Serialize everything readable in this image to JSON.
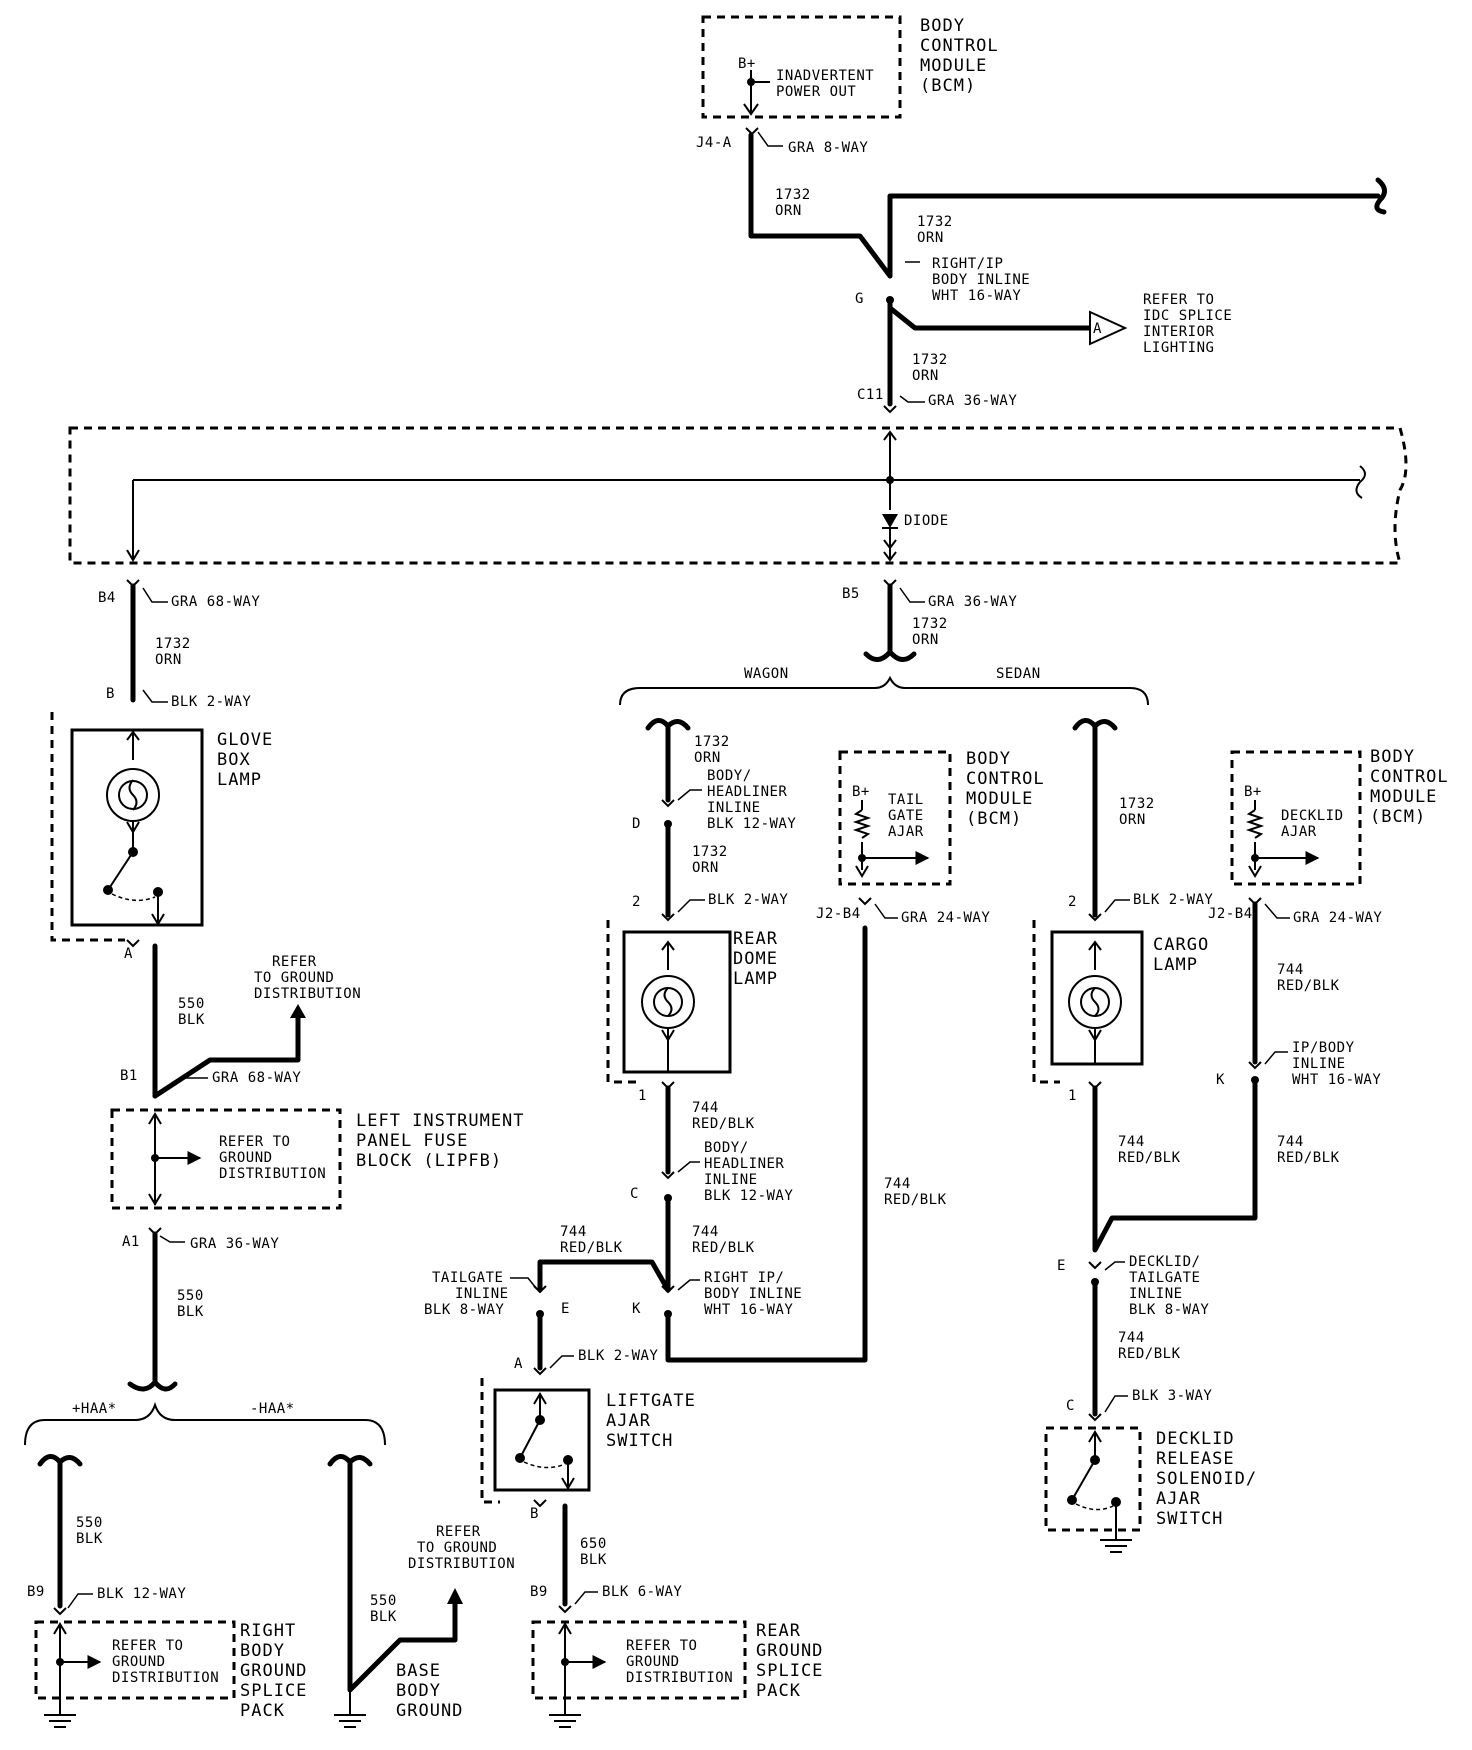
{
  "bcm_top": {
    "title": [
      "BODY",
      "CONTROL",
      "MODULE",
      "(BCM)"
    ],
    "bplus": "B+",
    "func": [
      "INADVERTENT",
      "POWER OUT"
    ],
    "pin": "J4-A",
    "conn": "GRA 8-WAY"
  },
  "wires_top": {
    "w1": [
      "1732",
      "ORN"
    ],
    "w2": [
      "1732",
      "ORN"
    ],
    "w3": [
      "1732",
      "ORN"
    ],
    "inline": [
      "RIGHT/IP",
      "BODY INLINE",
      "WHT 16-WAY"
    ],
    "pin_g": "G",
    "refer": [
      "REFER TO",
      "IDC SPLICE",
      "INTERIOR",
      "LIGHTING"
    ],
    "refer_tag": "A",
    "pin_c11": "C11",
    "conn_c11": "GRA 36-WAY"
  },
  "bcm_mid": {
    "diode": "DIODE",
    "pin_b4": "B4",
    "conn_b4": "GRA 68-WAY",
    "pin_b5": "B5",
    "conn_b5": "GRA 36-WAY",
    "w_b5": [
      "1732",
      "ORN"
    ]
  },
  "left_branch": {
    "w1": [
      "1732",
      "ORN"
    ],
    "pin_b": "B",
    "conn_b": "BLK 2-WAY",
    "lamp": [
      "GLOVE",
      "BOX",
      "LAMP"
    ],
    "pin_a": "A",
    "w550": [
      "550",
      "BLK"
    ],
    "refer": [
      "REFER",
      "TO GROUND",
      "DISTRIBUTION"
    ],
    "pin_b1": "B1",
    "conn_b1": "GRA 68-WAY",
    "fuse_inner": [
      "REFER TO",
      "GROUND",
      "DISTRIBUTION"
    ],
    "fuse_label": [
      "LEFT INSTRUMENT",
      "PANEL FUSE",
      "BLOCK (LIPFB)"
    ],
    "pin_a1": "A1",
    "conn_a1": "GRA 36-WAY",
    "w550b": [
      "550",
      "BLK"
    ],
    "opt_plus": "+HAA*",
    "opt_minus": "-HAA*",
    "w550c": [
      "550",
      "BLK"
    ],
    "pin_b9": "B9",
    "conn_b9": "BLK 12-WAY",
    "rbg_inner": [
      "REFER TO",
      "GROUND",
      "DISTRIBUTION"
    ],
    "rbg_label": [
      "RIGHT",
      "BODY",
      "GROUND",
      "SPLICE",
      "PACK"
    ],
    "w550d": [
      "550",
      "BLK"
    ],
    "refer2": [
      "REFER",
      "TO GROUND",
      "DISTRIBUTION"
    ],
    "bbg_label": [
      "BASE",
      "BODY",
      "GROUND"
    ]
  },
  "wagon": {
    "label": "WAGON",
    "w1": [
      "1732",
      "ORN"
    ],
    "inline1": [
      "BODY/",
      "HEADLINER",
      "INLINE",
      "BLK 12-WAY"
    ],
    "pin_d": "D",
    "w2": [
      "1732",
      "ORN"
    ],
    "pin_2": "2",
    "conn_2": "BLK 2-WAY",
    "lamp": [
      "REAR",
      "DOME",
      "LAMP"
    ],
    "pin_1": "1",
    "w3": [
      "744",
      "RED/BLK"
    ],
    "inline2": [
      "BODY/",
      "HEADLINER",
      "INLINE",
      "BLK 12-WAY"
    ],
    "pin_c": "C",
    "w4": [
      "744",
      "RED/BLK"
    ],
    "w5": [
      "744",
      "RED/BLK"
    ],
    "tailgate": [
      "TAILGATE",
      "INLINE",
      "BLK 8-WAY"
    ],
    "pin_e": "E",
    "inline3": [
      "RIGHT IP/",
      "BODY INLINE",
      "WHT 16-WAY"
    ],
    "pin_k": "K",
    "pin_a": "A",
    "conn_a": "BLK 2-WAY",
    "switch": [
      "LIFTGATE",
      "AJAR",
      "SWITCH"
    ],
    "pin_b": "B",
    "w650": [
      "650",
      "BLK"
    ],
    "pin_b9": "B9",
    "conn_b9": "BLK 6-WAY",
    "rg_inner": [
      "REFER TO",
      "GROUND",
      "DISTRIBUTION"
    ],
    "rg_label": [
      "REAR",
      "GROUND",
      "SPLICE",
      "PACK"
    ],
    "bcm": [
      "BODY",
      "CONTROL",
      "MODULE",
      "(BCM)"
    ],
    "bcm_bplus": "B+",
    "bcm_func": [
      "TAIL",
      "GATE",
      "AJAR"
    ],
    "bcm_pin": "J2-B4",
    "bcm_conn": "GRA 24-WAY",
    "w6": [
      "744",
      "RED/BLK"
    ]
  },
  "sedan": {
    "label": "SEDAN",
    "w1": [
      "1732",
      "ORN"
    ],
    "pin_2": "2",
    "conn_2": "BLK 2-WAY",
    "lamp": [
      "CARGO",
      "LAMP"
    ],
    "pin_1": "1",
    "w2": [
      "744",
      "RED/BLK"
    ],
    "bcm": [
      "BODY",
      "CONTROL",
      "MODULE",
      "(BCM)"
    ],
    "bcm_bplus": "B+",
    "bcm_func": [
      "DECKLID",
      "AJAR"
    ],
    "bcm_pin": "J2-B4",
    "bcm_conn": "GRA 24-WAY",
    "w3": [
      "744",
      "RED/BLK"
    ],
    "inline": [
      "IP/BODY",
      "INLINE",
      "WHT 16-WAY"
    ],
    "pin_k": "K",
    "w4": [
      "744",
      "RED/BLK"
    ],
    "pin_e": "E",
    "inline2": [
      "DECKLID/",
      "TAILGATE",
      "INLINE",
      "BLK 8-WAY"
    ],
    "w5": [
      "744",
      "RED/BLK"
    ],
    "pin_c": "C",
    "conn_c": "BLK 3-WAY",
    "switch": [
      "DECKLID",
      "RELEASE",
      "SOLENOID/",
      "AJAR",
      "SWITCH"
    ]
  }
}
